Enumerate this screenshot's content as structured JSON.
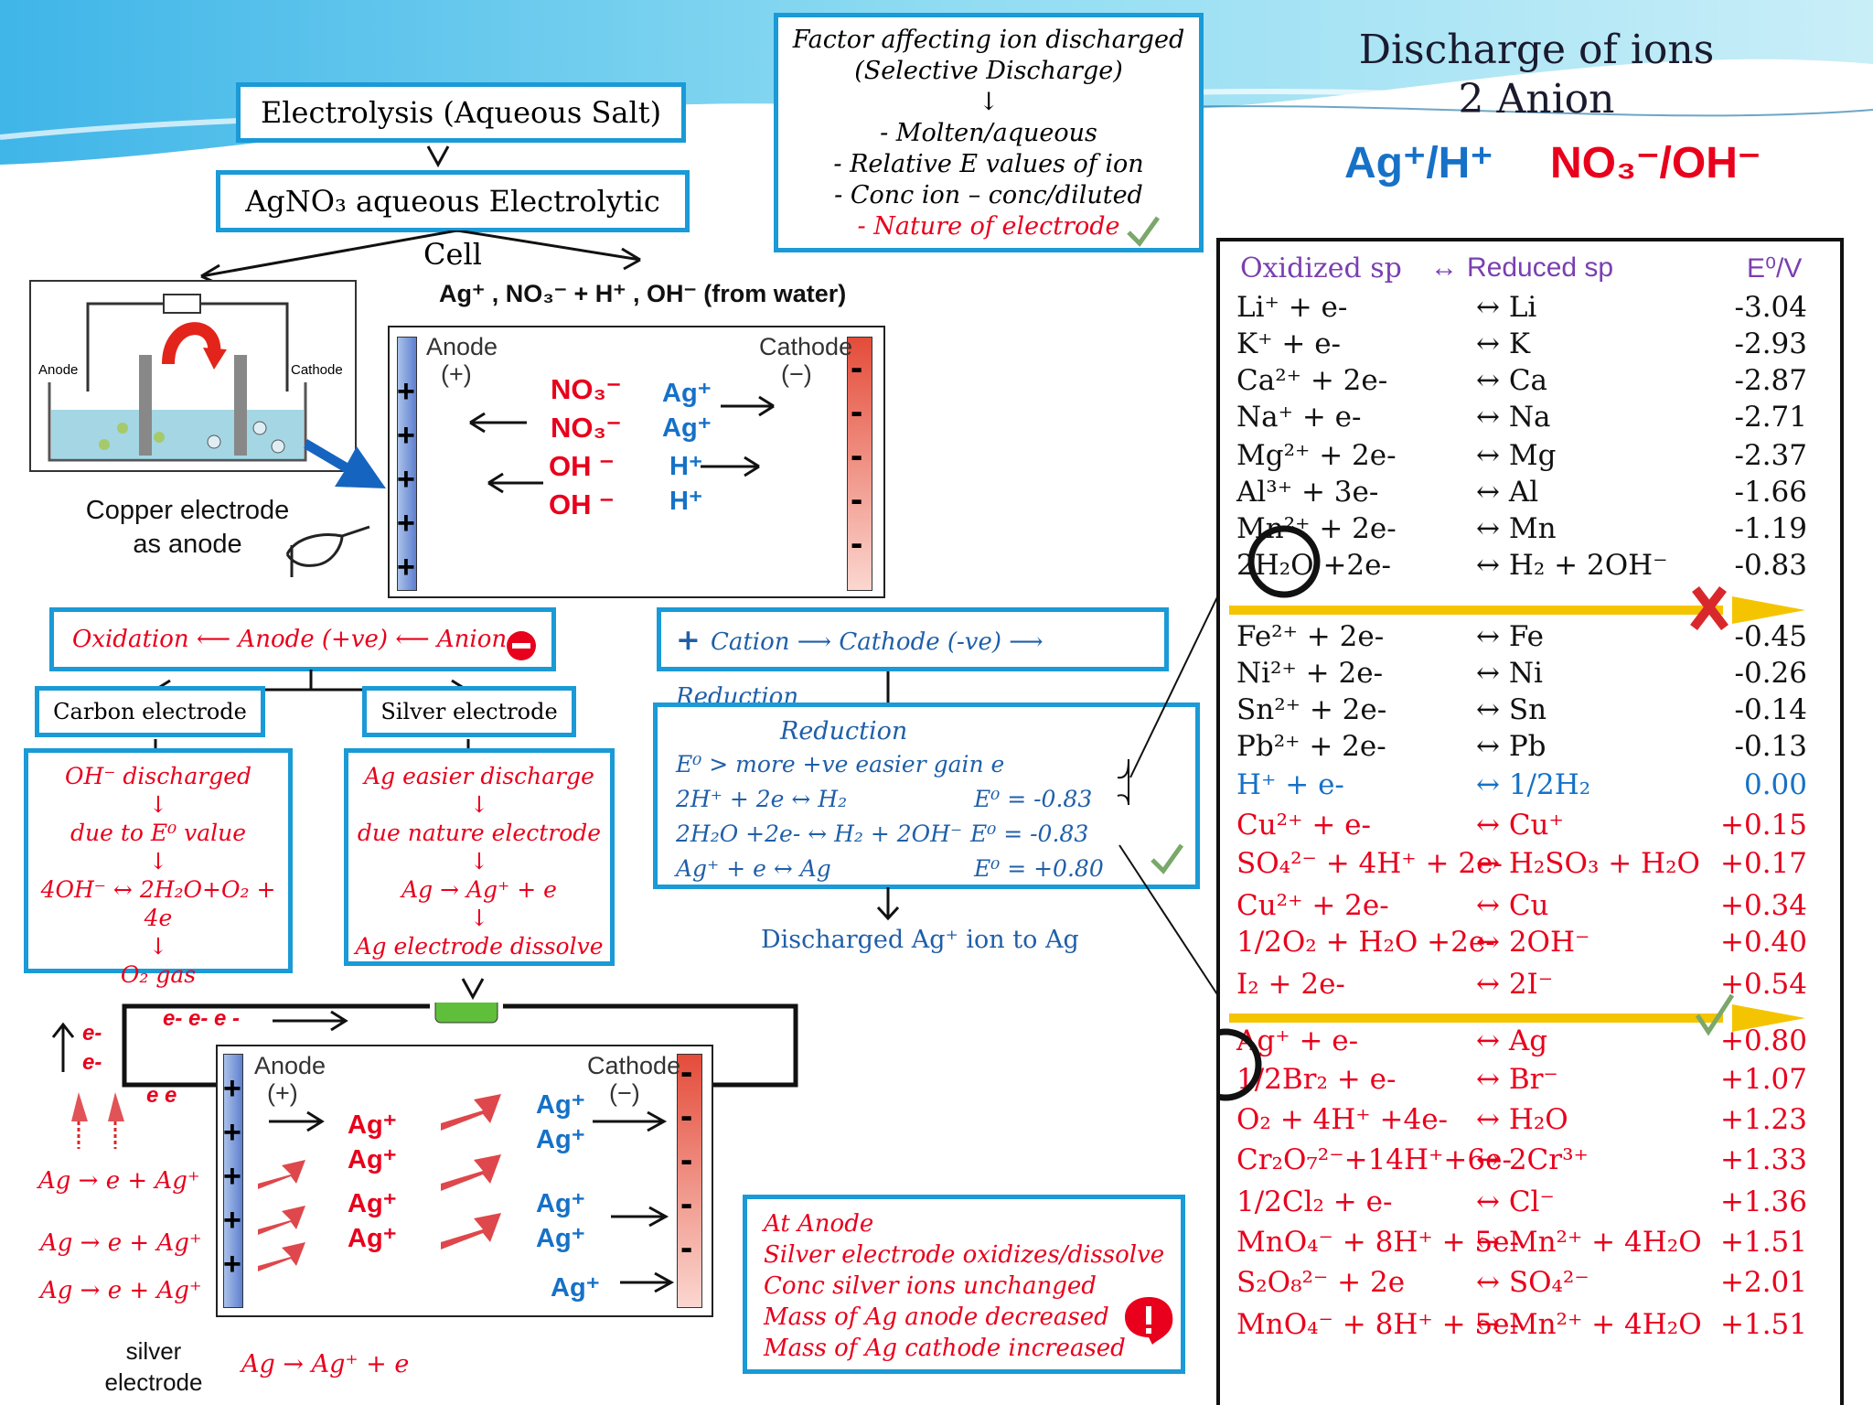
{
  "header": {
    "title_line1": "Discharge of ions",
    "title_line2": "2 Anion",
    "cation_pair": "Ag⁺/H⁺",
    "anion_pair": "NO₃⁻/OH⁻"
  },
  "factor_box": {
    "title": "Factor affecting ion discharged",
    "subtitle": "(Selective Discharge)",
    "arrow": "↓",
    "items": [
      "- Molten/aqueous",
      "- Relative E values of ion",
      "- Conc ion – conc/diluted"
    ],
    "highlight": "- Nature of electrode"
  },
  "electrolysis_label": "Electrolysis (Aqueous Salt)",
  "cell_label": "AgNO₃ aqueous Electrolytic Cell",
  "ions_line": "Ag⁺ , NO₃⁻ + H⁺ , OH⁻ (from water)",
  "apparatus": {
    "anode": "Anode",
    "cathode": "Cathode",
    "caption_line1": "Copper electrode",
    "caption_line2": "as anode"
  },
  "cell1": {
    "anode": "Anode",
    "anode_sign": "(+)",
    "cathode": "Cathode",
    "cathode_sign": "(−)",
    "anions": [
      "NO₃⁻",
      "NO₃⁻",
      "OH ⁻",
      "OH ⁻"
    ],
    "cations": [
      "Ag⁺",
      "Ag⁺",
      "H⁺",
      "H⁺"
    ]
  },
  "oxidation_bar": {
    "oxidation": "Oxidation",
    "anode": "Anode (+ve)",
    "anion": "Anion"
  },
  "reduction_bar": {
    "cation": "Cation",
    "cathode": "Cathode (-ve)",
    "reduction": "Reduction"
  },
  "carbon_label": "Carbon electrode",
  "silver_label": "Silver electrode",
  "carbon_box": {
    "line1": "OH⁻ discharged",
    "line2": "due to E⁰ value",
    "line3": "4OH⁻ ↔ 2H₂O+O₂ + 4e",
    "line4": "O₂ gas"
  },
  "silver_box": {
    "line1": "Ag easier discharge",
    "line2": "due nature electrode",
    "line3": "Ag → Ag⁺ + e",
    "line4": "Ag electrode dissolve"
  },
  "reduction_box": {
    "title": "Reduction",
    "line1": "E⁰ > more +ve easier gain e",
    "rows": [
      {
        "eq": "2H⁺ + 2e ↔ H₂",
        "e": "E⁰ = -0.83"
      },
      {
        "eq": "2H₂O +2e- ↔ H₂ + 2OH⁻",
        "e": "E⁰ = -0.83"
      },
      {
        "eq": "Ag⁺ + e ↔ Ag",
        "e": "E⁰ = +0.80"
      }
    ]
  },
  "discharged_label": "Discharged Ag⁺ ion to Ag",
  "circuit": {
    "electron_flow": "e- e- e -",
    "e_up": [
      "e-",
      "e-"
    ],
    "ee": "e e"
  },
  "cell2": {
    "anode": "Anode",
    "anode_sign": "(+)",
    "cathode": "Cathode",
    "cathode_sign": "(−)",
    "left_ions": [
      "Ag⁺",
      "Ag⁺",
      "Ag⁺",
      "Ag⁺"
    ],
    "right_ions": [
      "Ag⁺",
      "Ag⁺",
      "Ag⁺",
      "Ag⁺",
      "Ag⁺"
    ]
  },
  "side_eqs": [
    "Ag → e + Ag⁺",
    "Ag → e + Ag⁺",
    "Ag → e + Ag⁺"
  ],
  "silver_caption": [
    "silver",
    "electrode"
  ],
  "bottom_eq": "Ag → Ag⁺ + e",
  "anode_note": {
    "lines": [
      "At Anode",
      "Silver electrode oxidizes/dissolve",
      "Conc silver ions unchanged",
      "Mass of Ag anode decreased",
      "Mass of Ag cathode increased"
    ]
  },
  "table": {
    "headers": {
      "ox": "Oxidized sp",
      "arrow": "↔",
      "red": "Reduced sp",
      "e": "E⁰/V"
    },
    "rows": [
      {
        "ox": "Li⁺  + e-",
        "red": "↔  Li",
        "e": "-3.04",
        "c": "black"
      },
      {
        "ox": "K⁺  + e-",
        "red": "↔  K",
        "e": "-2.93",
        "c": "black"
      },
      {
        "ox": "Ca²⁺ + 2e-",
        "red": "↔  Ca",
        "e": "-2.87",
        "c": "black"
      },
      {
        "ox": "Na⁺  + e-",
        "red": "↔  Na",
        "e": "-2.71",
        "c": "black"
      },
      {
        "ox": "Mg²⁺ + 2e-",
        "red": "↔  Mg",
        "e": "-2.37",
        "c": "black"
      },
      {
        "ox": "Al³⁺ + 3e-",
        "red": "↔  Al",
        "e": "-1.66",
        "c": "black"
      },
      {
        "ox": "Mn²⁺ + 2e-",
        "red": "↔  Mn",
        "e": "-1.19",
        "c": "black"
      },
      {
        "ox": "2H₂O +2e-",
        "red": "↔ H₂ + 2OH⁻",
        "e": "-0.83",
        "c": "black"
      },
      {
        "ox": "Fe²⁺ + 2e-",
        "red": "↔  Fe",
        "e": "-0.45",
        "c": "black"
      },
      {
        "ox": "Ni²⁺ + 2e-",
        "red": "↔  Ni",
        "e": "-0.26",
        "c": "black"
      },
      {
        "ox": "Sn²⁺ + 2e-",
        "red": "↔ Sn",
        "e": "-0.14",
        "c": "black"
      },
      {
        "ox": "Pb²⁺ + 2e-",
        "red": "↔ Pb",
        "e": "-0.13",
        "c": "black"
      },
      {
        "ox": "H⁺  + e-",
        "red": "↔ 1/2H₂",
        "e": "0.00",
        "c": "blue"
      },
      {
        "ox": "Cu²⁺ + e-",
        "red": "↔ Cu⁺",
        "e": "+0.15",
        "c": "red"
      },
      {
        "ox": "SO₄²⁻ + 4H⁺ + 2e-",
        "red": "↔ H₂SO₃ + H₂O",
        "e": "+0.17",
        "c": "red"
      },
      {
        "ox": "Cu²⁺ + 2e-",
        "red": "↔  Cu",
        "e": "+0.34",
        "c": "red"
      },
      {
        "ox": "1/2O₂ + H₂O +2e-",
        "red": "↔ 2OH⁻",
        "e": "+0.40",
        "c": "red"
      },
      {
        "ox": "I₂  + 2e-",
        "red": "↔  2I⁻",
        "e": "+0.54",
        "c": "red"
      },
      {
        "ox": "Ag⁺  + e-",
        "red": "↔  Ag",
        "e": "+0.80",
        "c": "red"
      },
      {
        "ox": "1/2Br₂ + e-",
        "red": "↔  Br⁻",
        "e": "+1.07",
        "c": "red"
      },
      {
        "ox": "O₂ + 4H⁺ +4e-",
        "red": "↔ H₂O",
        "e": "+1.23",
        "c": "red"
      },
      {
        "ox": "Cr₂O₇²⁻+14H⁺+6e-",
        "red": "↔ 2Cr³⁺",
        "e": "+1.33",
        "c": "red"
      },
      {
        "ox": "1/2Cl₂ + e-",
        "red": "↔  Cl⁻",
        "e": "+1.36",
        "c": "red"
      },
      {
        "ox": "MnO₄⁻ + 8H⁺ + 5e-",
        "red": "↔ Mn²⁺ + 4H₂O",
        "e": "+1.51",
        "c": "red"
      },
      {
        "ox": "S₂O₈²⁻ + 2e",
        "red": "↔ SO₄²⁻",
        "e": "+2.01",
        "c": "red"
      },
      {
        "ox": "MnO₄⁻ + 8H⁺ + 5e-",
        "red": "↔ Mn²⁺ + 4H₂O",
        "e": "+1.51",
        "c": "red"
      }
    ]
  },
  "colors": {
    "box_border": "#1a9ad6",
    "red": "#e8001c",
    "blue": "#1671c7",
    "arrow_yellow": "#f5c400"
  }
}
